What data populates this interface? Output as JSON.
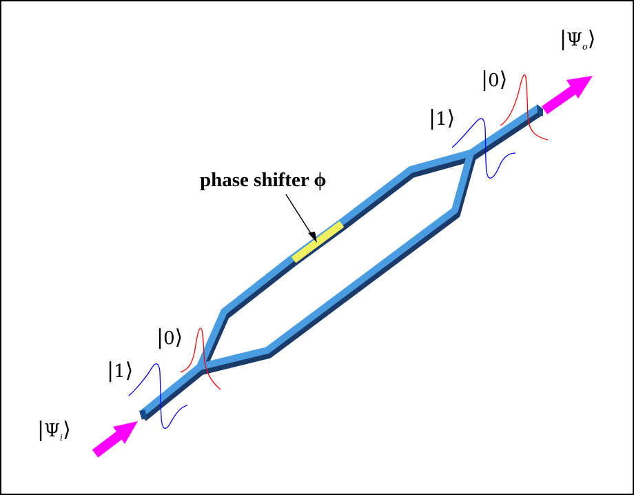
{
  "labels": {
    "phase_shifter": "phase shifter ϕ",
    "psi_in_symbol": "Ψ",
    "psi_in_sub": "i",
    "psi_out_symbol": "Ψ",
    "psi_out_sub": "o",
    "ket_zero_in": "0",
    "ket_one_in": "1",
    "ket_zero_out": "0",
    "ket_one_out": "1"
  },
  "colors": {
    "waveguide": "#4a9ce0",
    "waveguide_dark": "#1a3a6a",
    "phase_shifter": "#f0f060",
    "arrow": "#ff00ff",
    "wave_red": "#ff0000",
    "wave_blue": "#0000ff",
    "frame": "#000000"
  }
}
